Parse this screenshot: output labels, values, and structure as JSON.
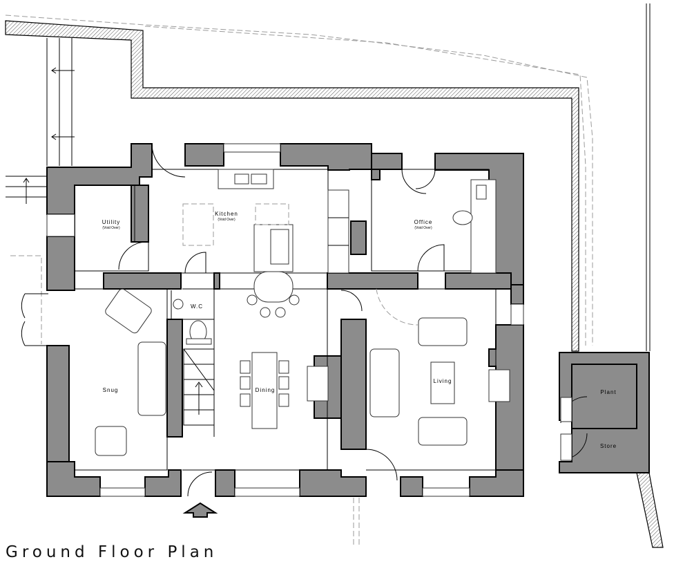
{
  "title": "Ground Floor Plan",
  "rooms": {
    "utility": {
      "name": "Utility",
      "note": "(Void Over)"
    },
    "kitchen": {
      "name": "Kitchen",
      "note": "(Void Over)"
    },
    "office": {
      "name": "Office",
      "note": "(Void Over)"
    },
    "wc": {
      "name": "W.C"
    },
    "snug": {
      "name": "Snug"
    },
    "dining": {
      "name": "Dining"
    },
    "living": {
      "name": "Living"
    },
    "plant": {
      "name": "Plant"
    },
    "store": {
      "name": "Store"
    }
  },
  "colors": {
    "wall_fill": "#8c8c8c",
    "line": "#000000",
    "background": "#ffffff"
  }
}
